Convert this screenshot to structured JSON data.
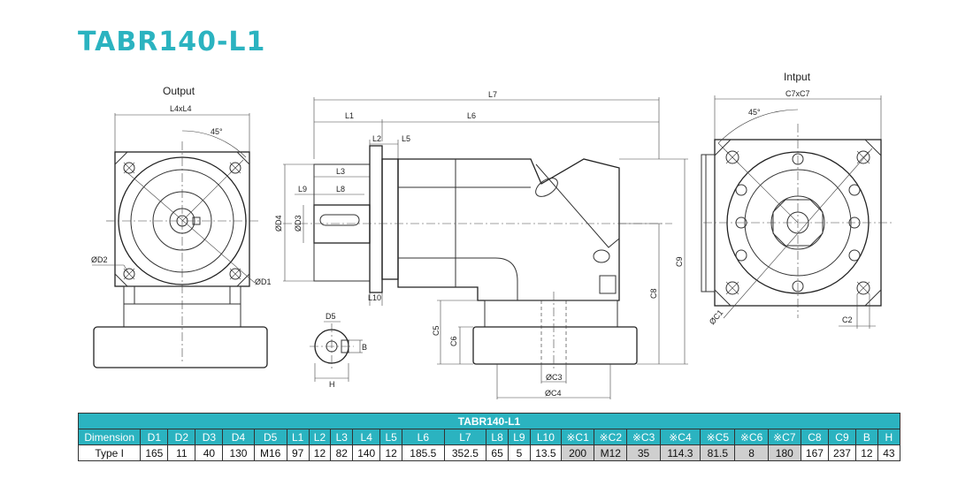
{
  "title": "TABR140-L1",
  "views": {
    "output_label": "Output",
    "input_label": "Intput"
  },
  "dims": {
    "L4xL4": "L4xL4",
    "angle": "45°",
    "D2": "ØD2",
    "D1": "ØD1",
    "L7": "L7",
    "L1": "L1",
    "L6": "L6",
    "L2": "L2",
    "L5": "L5",
    "L3": "L3",
    "L9": "L9",
    "L8": "L8",
    "D4": "ØD4",
    "D3": "ØD3",
    "L10": "L10",
    "C9": "C9",
    "C8": "C8",
    "C5": "C5",
    "C6": "C6",
    "C3": "ØC3",
    "C4": "ØC4",
    "D5": "D5",
    "B": "B",
    "H": "H",
    "C7xC7": "C7xC7",
    "C1": "ØC1",
    "C2": "C2"
  },
  "table": {
    "title": "TABR140-L1",
    "headers": [
      "Dimension",
      "D1",
      "D2",
      "D3",
      "D4",
      "D5",
      "L1",
      "L2",
      "L3",
      "L4",
      "L5",
      "L6",
      "L7",
      "L8",
      "L9",
      "L10",
      "※C1",
      "※C2",
      "※C3",
      "※C4",
      "※C5",
      "※C6",
      "※C7",
      "C8",
      "C9",
      "B",
      "H"
    ],
    "rows": [
      [
        "Type I",
        "165",
        "11",
        "40",
        "130",
        "M16",
        "97",
        "12",
        "82",
        "140",
        "12",
        "185.5",
        "352.5",
        "65",
        "5",
        "13.5",
        "200",
        "M12",
        "35",
        "114.3",
        "81.5",
        "8",
        "180",
        "167",
        "237",
        "12",
        "43"
      ]
    ]
  }
}
